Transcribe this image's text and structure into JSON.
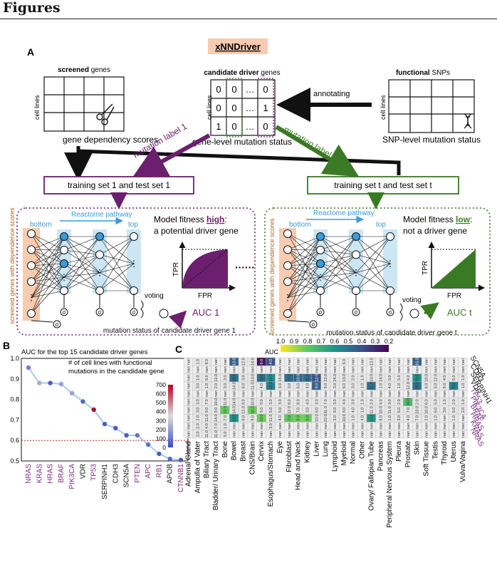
{
  "header": {
    "title": "Figures"
  },
  "panel_a": {
    "letter": "A",
    "method_name": "xNNDriver",
    "screened_bold": "screened",
    "screened_rest": " genes",
    "cell_lines": "cell lines",
    "gene_dependency": "gene dependency scores",
    "candidate_bold": "candidate driver",
    "candidate_rest": " genes",
    "matrix_cells": [
      "0",
      "0",
      "…",
      "0",
      "0",
      "0",
      "…",
      "1",
      "1",
      "0",
      "…",
      "0"
    ],
    "gene_level_status": "gene-level mutation status",
    "annotating": "annotating",
    "functional_bold": "functional",
    "functional_rest": " SNPs",
    "snp_status": "SNP-level mutation status",
    "mutation_label_1": "mutation label 1",
    "mutation_label_t": "mutation label t",
    "training_set_1": "training set 1 and test set 1",
    "training_set_t": "training set t and test set t",
    "screened_dependence": "screened genes with dependence scores",
    "reactome": "Reactome pathway",
    "bottom": "bottom",
    "top": "top",
    "fitness_high_prefix": "Model fitness ",
    "fitness_high_word": "high",
    "fitness_high_suffix": ":",
    "fitness_high_sub": "a potential driver gene",
    "fitness_low_prefix": "Model fitness ",
    "fitness_low_word": "low",
    "fitness_low_suffix": ":",
    "fitness_low_sub": "not a driver gene",
    "tpr": "TPR",
    "fpr": "FPR",
    "voting": "voting",
    "auc_1": "AUC 1",
    "auc_t": "AUC t",
    "status_gene_1": "mutation status of candidate driver gene 1",
    "status_gene_t": "mutation status of candidate driver gene t",
    "dots": "······",
    "sigma": "σ",
    "ellipsis": "⋮",
    "colors": {
      "purple": "#6b1f6e",
      "green": "#3a7a25",
      "peach": "#f9cbb0",
      "skyblue": "#cce6f4"
    }
  },
  "panel_b": {
    "letter": "B",
    "chart_data": {
      "type": "scatter",
      "title": "AUC for the top 15 candidate driver genes",
      "legend_title": "# of cell lines with functional mutations in the candidate gene",
      "categories": [
        "NRAS",
        "KRAS",
        "HRAS",
        "BRAF",
        "PIK3CA",
        "VDR",
        "TP53",
        "SERPINH1",
        "CDH3",
        "SCN5A",
        "PTEN",
        "APC",
        "RB1",
        "APOB",
        "CTNNB1"
      ],
      "values": [
        0.955,
        0.88,
        0.88,
        0.875,
        0.83,
        0.79,
        0.75,
        0.68,
        0.66,
        0.625,
        0.625,
        0.58,
        0.535,
        0.51,
        0.505
      ],
      "counts": [
        120,
        230,
        40,
        200,
        200,
        60,
        690,
        40,
        30,
        40,
        100,
        80,
        40,
        60,
        40
      ],
      "purple_labels": [
        "NRAS",
        "KRAS",
        "HRAS",
        "BRAF",
        "PIK3CA",
        "TP53",
        "PTEN",
        "APC",
        "RB1",
        "CTNNB1"
      ],
      "yticks": [
        "0.5",
        "0.6",
        "0.7",
        "0.8",
        "0.9",
        "1.0"
      ],
      "ylim": [
        0.5,
        1.0
      ],
      "threshold": 0.6,
      "colorbar_ticks": [
        "0",
        "100",
        "200",
        "300",
        "400",
        "500",
        "600",
        "700"
      ]
    }
  },
  "panel_c": {
    "letter": "C",
    "chart_data": {
      "type": "heatmap",
      "auc_label": "AUC",
      "colorbar_ticks": [
        "1.0",
        "0.9",
        "0.8",
        "0.7",
        "0.6",
        "0.5",
        "0.4",
        "0.3",
        "0.2"
      ],
      "genes": [
        "NRAS",
        "KRAS",
        "HRAS",
        "BRAF",
        "PIK3CA",
        "TP53",
        "VDR",
        "SERPINH1",
        "CDH3",
        "SCN5A"
      ],
      "purple_genes": [
        "NRAS",
        "KRAS",
        "HRAS",
        "BRAF",
        "PIK3CA",
        "TP53"
      ],
      "tissues": [
        "Adrenal Gland",
        "Ampulla of Vater",
        "Biliary Tract",
        "Bladder/ Urinary Tract",
        "Bone",
        "Bowel",
        "Breast",
        "CNS/Brain",
        "Cervix",
        "Esophagus/Stomach",
        "Eye",
        "Fibroblast",
        "Head and Neck",
        "Kidney",
        "Liver",
        "Lung",
        "Lymphoid",
        "Myeloid",
        "Normal",
        "Other",
        "Ovary/ Fallopian Tube",
        "Pancreas",
        "Peripheral Nervous System",
        "Pleura",
        "Prostate",
        "Skin",
        "Soft Tissue",
        "Testis",
        "Thyroid",
        "Uterus",
        "Vulva/Vagina"
      ],
      "cells": [
        [
          "nan",
          "2.0",
          "11.0",
          "11.0",
          "5.0",
          "nan",
          "nan",
          "nan",
          "nan",
          "nan",
          "nan",
          "nan",
          "nan",
          "nan",
          "nan",
          "nan",
          "nan",
          "nan",
          "nan",
          "nan",
          "nan",
          "nan",
          "nan",
          "nan",
          "nan",
          "nan",
          "nan",
          "nan",
          "nan",
          "nan",
          "nan"
        ],
        [
          "nan",
          "2.0",
          "4.0",
          "7.0",
          "1.0",
          "nan",
          "nan",
          "nan",
          "nan",
          "3.0",
          "nan",
          "nan",
          "nan",
          "nan",
          "nan",
          "nan",
          "nan",
          "nan",
          "nan",
          "nan",
          "nan",
          "nan",
          "nan",
          "nan",
          "nan",
          "nan",
          "nan",
          "nan",
          "nan",
          "nan",
          "nan"
        ],
        [
          "nan",
          "2.0",
          "11.0",
          "14.0",
          "7.0",
          "13.0",
          "8.0",
          "9.0",
          "10.0",
          "11.0",
          "4.0",
          "7.0",
          "9.0",
          "8.0",
          "10.0",
          "22.0",
          "3.0",
          "10.0",
          "1.0",
          "4.0",
          "13.0",
          "8.0",
          "1.0",
          "3.0",
          "4.0",
          "7.0",
          "2.0",
          "1.0",
          "nan",
          "1.0",
          "nan"
        ],
        [
          "nan",
          "3.0",
          "9.0",
          "9.0",
          "13.0",
          "14.0",
          "12.0",
          "10.0",
          "9.0",
          "5.0",
          "5.0",
          "12.0",
          "7.0",
          "3.0",
          "6.0",
          "31.0",
          "9.0",
          "8.0",
          "4.0",
          "1.0",
          "11.0",
          "10.0",
          "11.0",
          "6.0",
          "7.0",
          "23.0",
          "10.0",
          "6.0",
          "3.0",
          "6.0",
          "2.0"
        ],
        [
          "nan",
          "3.0",
          "7.0",
          "10.0",
          "11.0",
          "14.0",
          "8.0",
          "10.0",
          "9.0",
          "3.0",
          "3.0",
          "8.0",
          "8.0",
          "4.0",
          "3.0",
          "7.0",
          "3.0",
          "4.0",
          "3.0",
          "1.0",
          "2.0",
          "4.0",
          "3.0",
          "2.0",
          "10.0",
          "2.0",
          "6.0",
          "5.0",
          "1.0",
          "2.0",
          "1.0"
        ],
        [
          "nan",
          "nan",
          "nan",
          "nan",
          "nan",
          "nan",
          "nan",
          "nan",
          "nan",
          "nan",
          "nan",
          "nan",
          "nan",
          "nan",
          "nan",
          "nan",
          "nan",
          "nan",
          "nan",
          "nan",
          "nan",
          "nan",
          "nan",
          "nan",
          "nan",
          "nan",
          "nan",
          "nan",
          "nan",
          "nan",
          "nan"
        ],
        [
          "nan",
          "3.0",
          "1.0",
          "2.0",
          "3.0",
          "14.0",
          "6.0",
          "11.0",
          "4.0",
          "13.0",
          "3.0",
          "3.0",
          "6.0",
          "4.0",
          "9.0",
          "9.0",
          "3.0",
          "6.0",
          "3.0",
          "1.0",
          "12.0",
          "1.0",
          "4.0",
          "1.0",
          "12.0",
          "16.0",
          "6.0",
          "5.0",
          "9.0",
          "6.0",
          "1.0"
        ],
        [
          "nan",
          "1.0",
          "6.0",
          "12.0",
          "3.0",
          "10.0",
          "3.0",
          "13.0",
          "13.0",
          "20.0",
          "15.0",
          "17.0",
          "10.0",
          "11.0",
          "12.0",
          "13.0",
          "24.0",
          "13.0",
          "2.0",
          "1.0",
          "10.0",
          "14.0",
          "5.0",
          "5.0",
          "4.0",
          "20.0",
          "10.0",
          "12.0",
          "4.0",
          "6.0",
          "1.0"
        ],
        [
          "nan",
          "nan",
          "nan",
          "nan",
          "nan",
          "nan",
          "nan",
          "nan",
          "nan",
          "nan",
          "nan",
          "nan",
          "nan",
          "nan",
          "nan",
          "nan",
          "nan",
          "nan",
          "nan",
          "nan",
          "nan",
          "nan",
          "nan",
          "nan",
          "nan",
          "nan",
          "nan",
          "nan",
          "nan",
          "nan",
          "nan"
        ],
        [
          "nan",
          "1.0",
          "9.0",
          "nan",
          "nan",
          "13.0",
          "12.0",
          "14.0",
          "6.0",
          "4.0",
          "nan",
          "nan",
          "nan",
          "nan",
          "nan",
          "nan",
          "nan",
          "6.0",
          "nan",
          "nan",
          "13.0",
          "nan",
          "nan",
          "nan",
          "nan",
          "15.0",
          "nan",
          "nan",
          "nan",
          "nan",
          "nan"
        ]
      ],
      "auc": [
        [
          null,
          0.93,
          0.95,
          0.96,
          0.95,
          null,
          null,
          null,
          null,
          null,
          null,
          null,
          null,
          null,
          null,
          null,
          null,
          null,
          null,
          null,
          null,
          null,
          null,
          null,
          null,
          null,
          null,
          null,
          null,
          null,
          null
        ],
        [
          null,
          0.92,
          0.94,
          0.93,
          0.95,
          null,
          null,
          null,
          null,
          0.9,
          null,
          null,
          null,
          null,
          null,
          null,
          null,
          null,
          null,
          null,
          null,
          null,
          null,
          null,
          null,
          null,
          null,
          null,
          null,
          null,
          null
        ],
        [
          null,
          0.95,
          0.93,
          0.94,
          0.93,
          0.6,
          0.93,
          0.92,
          0.82,
          0.91,
          0.95,
          0.8,
          0.82,
          0.82,
          0.93,
          0.95,
          0.93,
          0.92,
          0.96,
          0.95,
          0.62,
          0.93,
          0.95,
          0.93,
          0.92,
          0.91,
          0.94,
          0.95,
          null,
          0.94,
          null
        ],
        [
          null,
          0.91,
          0.92,
          0.93,
          0.81,
          0.95,
          0.93,
          0.82,
          0.93,
          0.93,
          0.91,
          0.92,
          0.94,
          0.92,
          0.92,
          0.92,
          0.93,
          0.94,
          0.93,
          0.95,
          0.93,
          0.92,
          0.92,
          0.91,
          0.93,
          0.91,
          0.92,
          0.93,
          0.94,
          0.92,
          0.95
        ],
        [
          null,
          0.92,
          0.93,
          0.94,
          0.93,
          0.94,
          0.93,
          0.92,
          0.93,
          0.93,
          0.95,
          0.94,
          0.94,
          0.92,
          0.95,
          0.93,
          0.94,
          0.93,
          0.92,
          0.95,
          0.93,
          0.94,
          0.92,
          0.93,
          0.75,
          0.93,
          0.94,
          0.92,
          0.95,
          0.94,
          0.93
        ],
        [
          null,
          null,
          null,
          null,
          null,
          null,
          null,
          null,
          null,
          null,
          null,
          null,
          null,
          null,
          null,
          null,
          null,
          null,
          null,
          null,
          null,
          null,
          null,
          null,
          null,
          null,
          null,
          null,
          null,
          null,
          null
        ],
        [
          null,
          0.95,
          0.94,
          0.93,
          0.95,
          0.9,
          0.92,
          0.94,
          0.93,
          0.55,
          0.93,
          0.92,
          0.94,
          0.93,
          0.45,
          0.93,
          0.94,
          0.93,
          0.95,
          0.94,
          0.5,
          0.93,
          0.95,
          0.94,
          0.92,
          0.5,
          0.93,
          0.94,
          0.93,
          0.55,
          0.93
        ],
        [
          null,
          0.93,
          0.92,
          0.91,
          0.94,
          0.5,
          0.91,
          0.92,
          0.5,
          0.6,
          0.91,
          0.5,
          0.45,
          0.5,
          0.4,
          0.9,
          0.9,
          0.9,
          0.93,
          0.94,
          0.9,
          0.9,
          0.92,
          0.93,
          0.91,
          0.6,
          0.9,
          0.92,
          0.93,
          0.9,
          0.95
        ],
        [
          null,
          null,
          null,
          null,
          null,
          null,
          null,
          null,
          null,
          null,
          null,
          null,
          null,
          null,
          null,
          null,
          null,
          null,
          null,
          null,
          null,
          null,
          null,
          null,
          null,
          null,
          null,
          null,
          null,
          null,
          null
        ],
        [
          null,
          0.94,
          0.93,
          null,
          null,
          0.45,
          0.93,
          0.92,
          0.25,
          0.4,
          null,
          null,
          null,
          null,
          null,
          null,
          null,
          0.92,
          null,
          null,
          0.91,
          null,
          null,
          null,
          null,
          0.45,
          null,
          null,
          null,
          null,
          null
        ]
      ]
    }
  }
}
